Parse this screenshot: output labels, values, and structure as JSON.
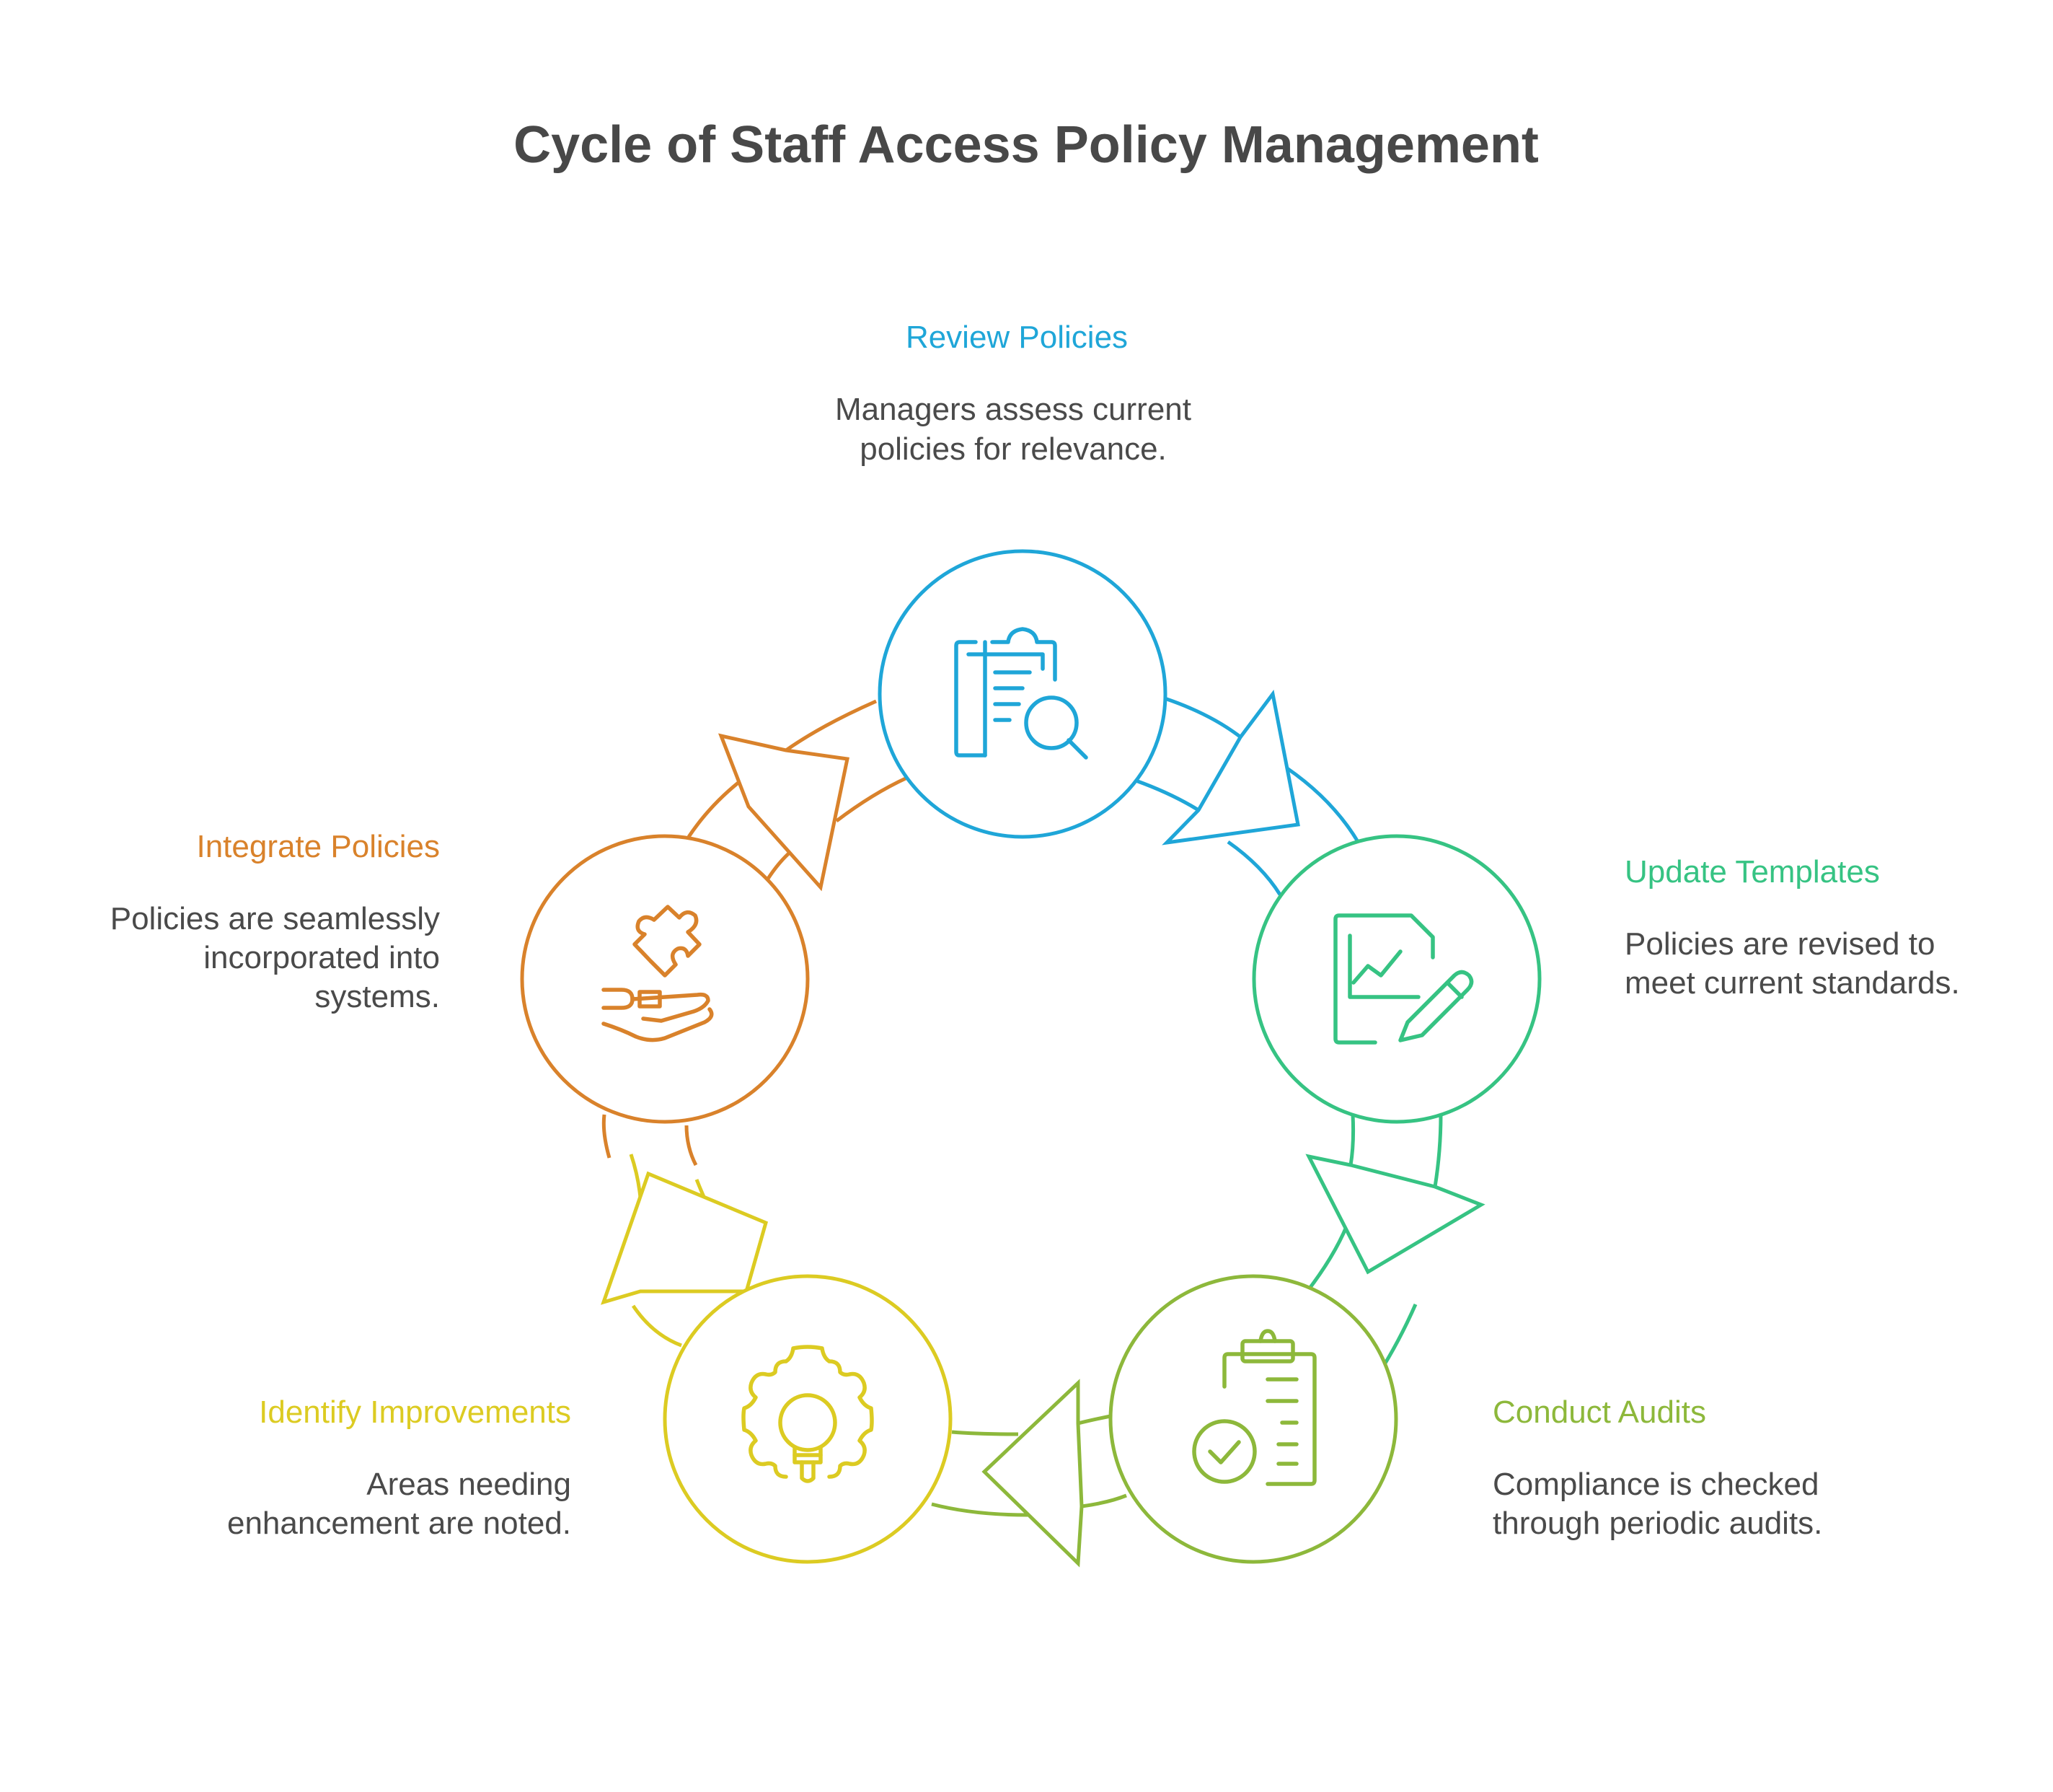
{
  "title": "Cycle of Staff Access Policy Management",
  "steps": [
    {
      "title": "Review Policies",
      "description": [
        "Managers assess current",
        "policies for relevance."
      ],
      "color": "#1fa6d8",
      "icon": "clipboard-search-icon"
    },
    {
      "title": "Update Templates",
      "description": [
        "Policies are revised to",
        "meet current standards."
      ],
      "color": "#36c383",
      "icon": "document-chart-edit-icon"
    },
    {
      "title": "Conduct Audits",
      "description": [
        "Compliance is checked",
        "through periodic audits."
      ],
      "color": "#8db83b",
      "icon": "clipboard-check-icon"
    },
    {
      "title": "Identify Improvements",
      "description": [
        "Areas needing",
        "enhancement are noted."
      ],
      "color": "#dccb22",
      "icon": "gear-lightbulb-icon"
    },
    {
      "title": "Integrate Policies",
      "description": [
        "Policies are seamlessly",
        "incorporated into",
        "systems."
      ],
      "color": "#d9822b",
      "icon": "hand-puzzle-icon"
    }
  ]
}
